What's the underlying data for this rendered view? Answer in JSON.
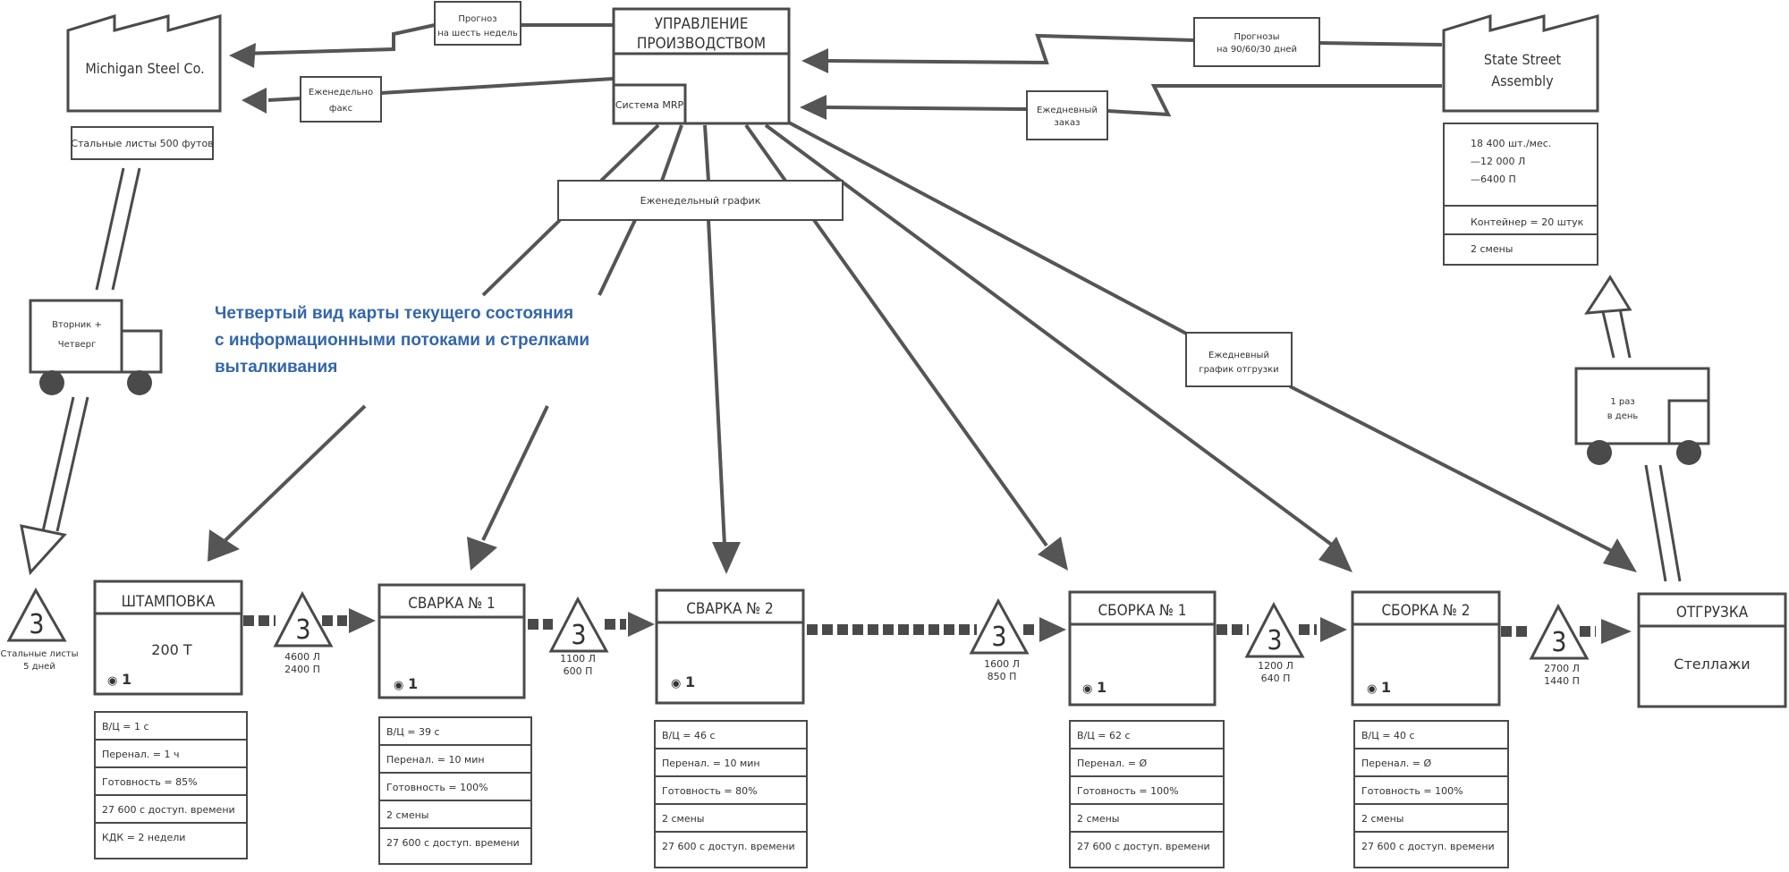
{
  "caption": {
    "line1": "Четвертый вид карты текущего состояния",
    "line2": "с информационными потоками и стрелками",
    "line3": "выталкивания"
  },
  "control": {
    "title1": "УПРАВЛЕНИЕ",
    "title2": "ПРОИЗВОДСТВОМ",
    "mrp": "Система MRP"
  },
  "supplier": {
    "name": "Michigan Steel Co.",
    "material": "Стальные листы 500 футов"
  },
  "customer": {
    "name1": "State Street",
    "name2": "Assembly",
    "demand": [
      "18 400 шт./мес.",
      "—12 000 Л",
      "—6400  П"
    ],
    "container": "Контейнер = 20 штук",
    "shifts": "2 смены"
  },
  "notes": {
    "forecast6_1": "Прогноз",
    "forecast6_2": "на шесть недель",
    "fax1": "Еженедельно",
    "fax2": "факс",
    "forecast90_1": "Прогнозы",
    "forecast90_2": "на 90/60/30  дней",
    "daily1": "Ежедневный",
    "daily2": "заказ",
    "weekly": "Еженедельный график",
    "shipsched1": "Ежедневный",
    "shipsched2": "график отгрузки"
  },
  "trucks": {
    "inbound1": "Вторник +",
    "inbound2": "Четверг",
    "outbound1": "1 раз",
    "outbound2": "в день"
  },
  "raw_inventory": {
    "symbol": "3",
    "line1": "Стальные листы",
    "line2": "5 дней"
  },
  "operator": "1",
  "processes": [
    {
      "name": "ШТАМПОВКА",
      "body": "200 Т",
      "data": [
        "В/Ц = 1 с",
        "Перенал. = 1 ч",
        "Готовность = 85%",
        "27 600 с доступ. времени",
        "КДК = 2 недели"
      ]
    },
    {
      "name": "СВАРКА № 1",
      "body": "",
      "data": [
        "В/Ц = 39 с",
        "Перенал. = 10 мин",
        "Готовность = 100%",
        "2 смены",
        "27 600 с доступ. времени"
      ]
    },
    {
      "name": "СВАРКА № 2",
      "body": "",
      "data": [
        "В/Ц = 46 с",
        "Перенал. = 10 мин",
        "Готовность = 80%",
        "2 смены",
        "27 600 с доступ. времени"
      ]
    },
    {
      "name": "СБОРКА № 1",
      "body": "",
      "data": [
        "В/Ц = 62 с",
        "Перенал. = Ø",
        "Готовность = 100%",
        "2 смены",
        "27 600 с доступ. времени"
      ]
    },
    {
      "name": "СБОРКА № 2",
      "body": "",
      "data": [
        "В/Ц = 40 с",
        "Перенал. = Ø",
        "Готовность = 100%",
        "2 смены",
        "27 600 с доступ. времени"
      ]
    },
    {
      "name": "ОТГРУЗКА",
      "body": "Стеллажи",
      "data": []
    }
  ],
  "inventories": [
    {
      "symbol": "3",
      "l": "4600 Л",
      "p": "2400 П"
    },
    {
      "symbol": "3",
      "l": "1100 Л",
      "p": "600 П"
    },
    {
      "symbol": "3",
      "l": "1600 Л",
      "p": "850 П"
    },
    {
      "symbol": "3",
      "l": "1200 Л",
      "p": "640 П"
    },
    {
      "symbol": "3",
      "l": "2700 Л",
      "p": "1440 П"
    }
  ]
}
